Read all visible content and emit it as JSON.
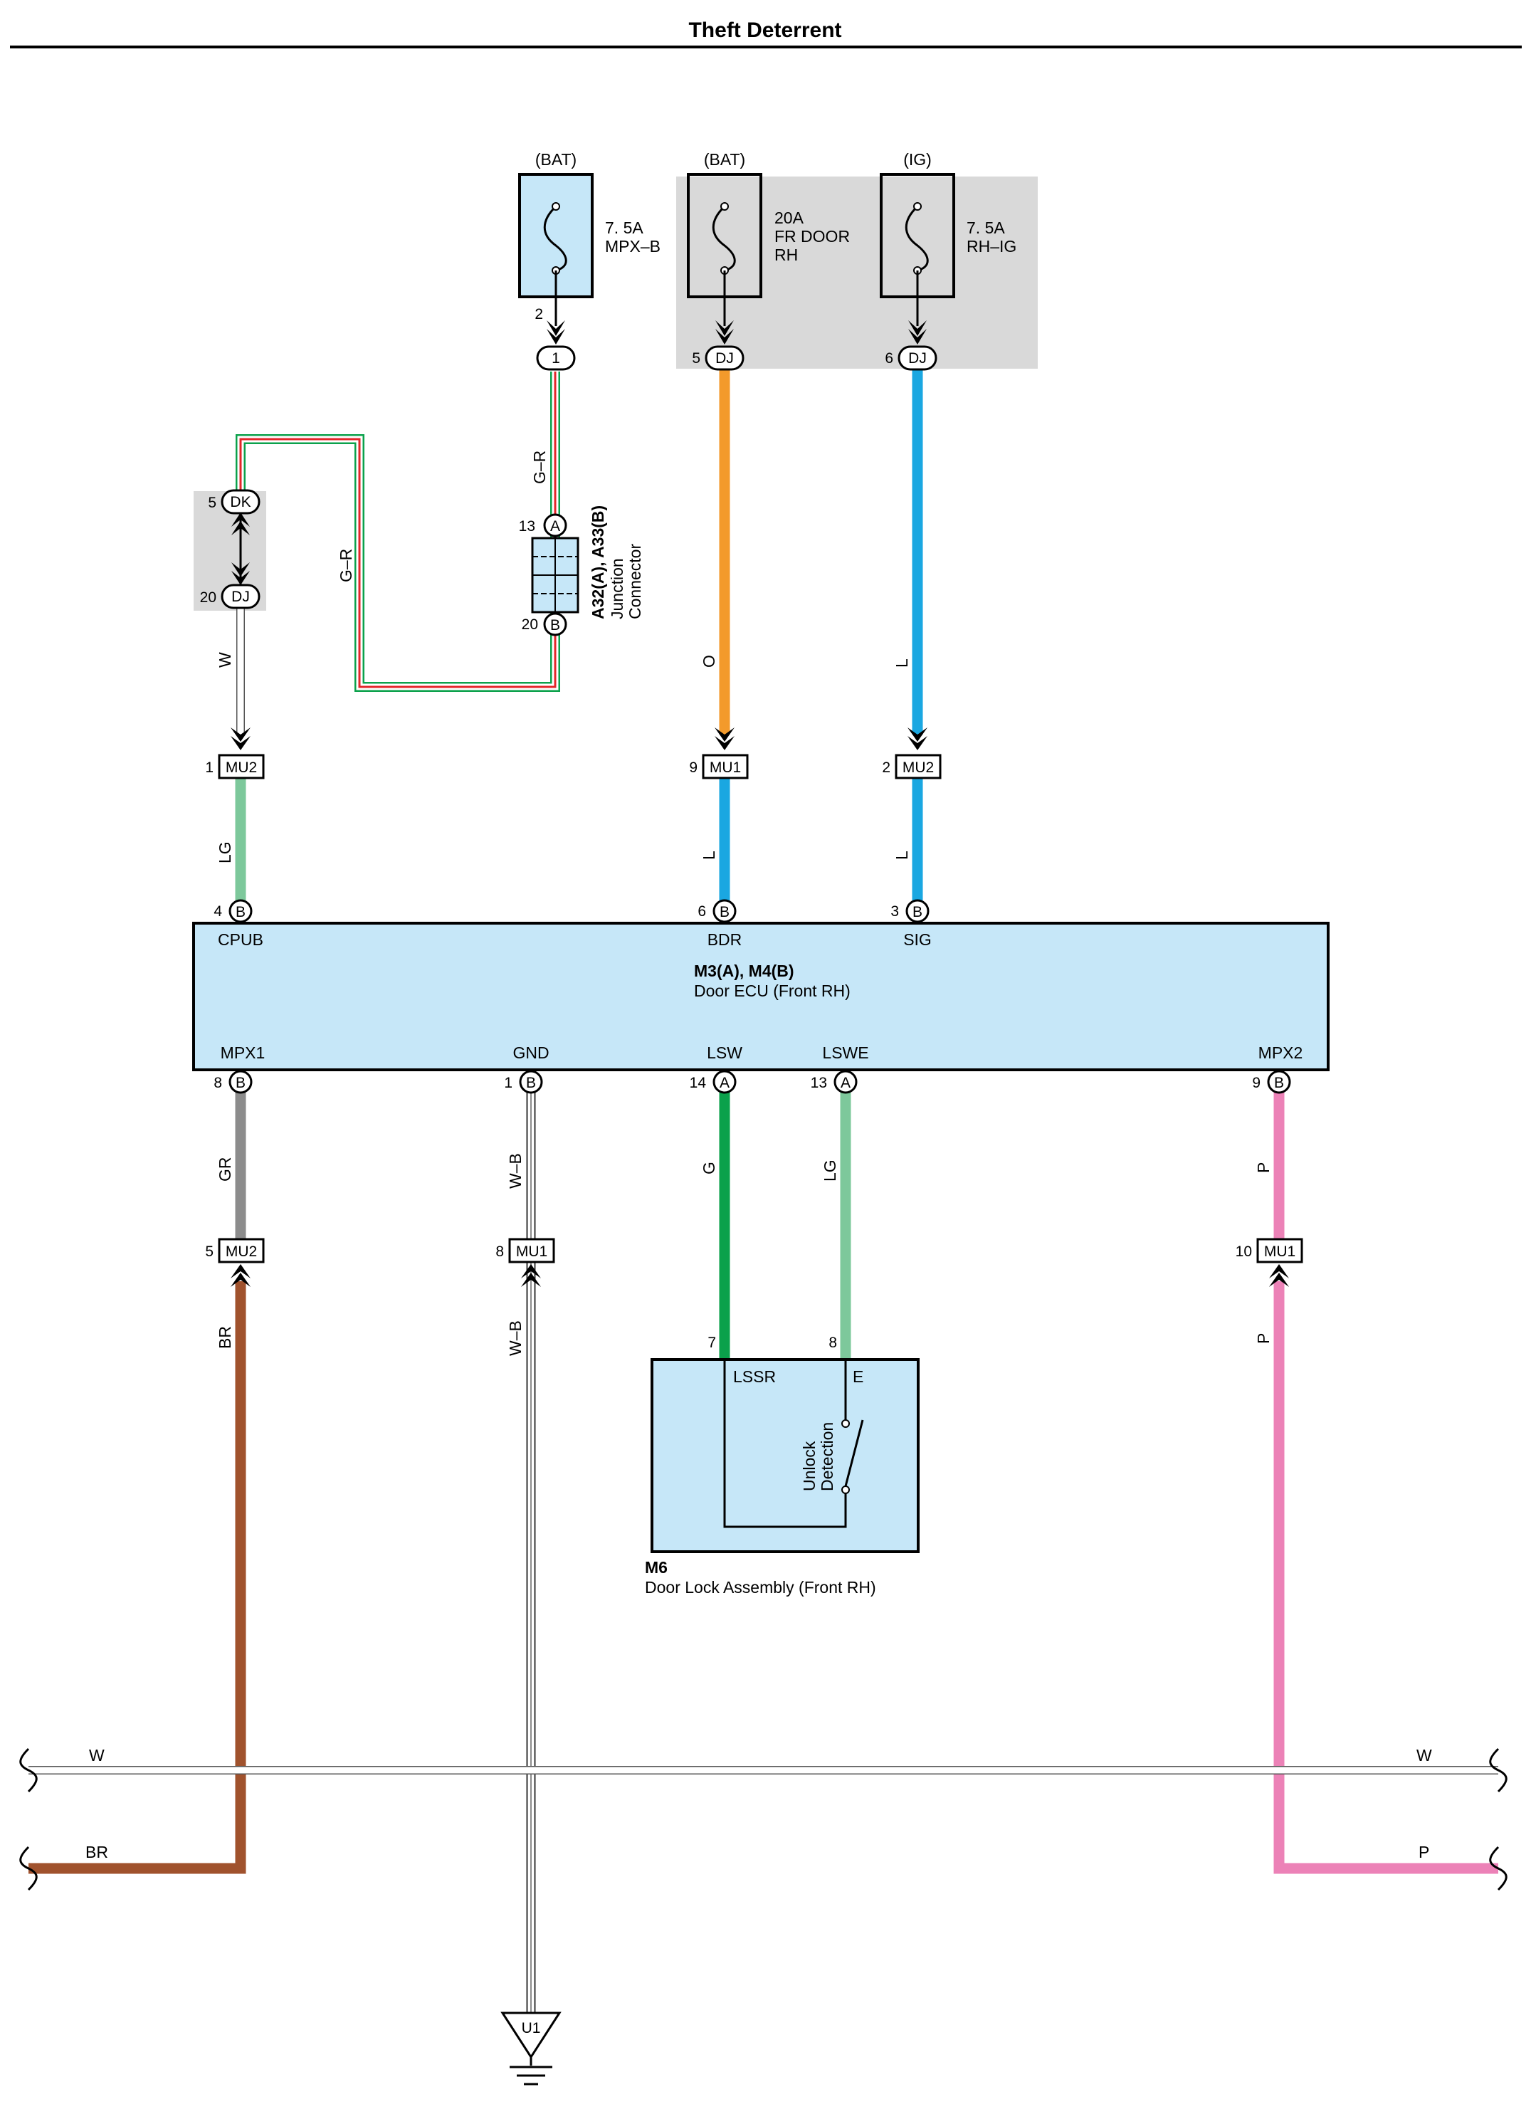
{
  "title": "Theft Deterrent",
  "fuses": [
    {
      "source": "(BAT)",
      "rating": "7. 5A",
      "name_line1": "MPX–B",
      "name_line2": "",
      "pin": "2",
      "connector": "1"
    },
    {
      "source": "(BAT)",
      "rating": "20A",
      "name_line1": "FR DOOR",
      "name_line2": "RH",
      "pin": "5",
      "connector": "DJ"
    },
    {
      "source": "(IG)",
      "rating": "7. 5A",
      "name_line1": "RH–IG",
      "name_line2": "",
      "pin": "6",
      "connector": "DJ"
    }
  ],
  "junction_connector": {
    "id": "A32(A), A33(B)",
    "line1": "Junction",
    "line2": "Connector",
    "pin_top": "13",
    "pin_top_conn": "A",
    "pin_bottom": "20",
    "pin_bottom_conn": "B"
  },
  "dk_dj": {
    "pin_top": "5",
    "conn_top": "DK",
    "pin_bottom": "20",
    "conn_bottom": "DJ"
  },
  "wire_colors": {
    "g_r_1": "G–R",
    "g_r_2": "G–R",
    "w": "W",
    "o": "O",
    "l_1": "L",
    "l_2": "L",
    "l_3": "L",
    "lg_1": "LG",
    "gr": "GR",
    "wb_1": "W–B",
    "g": "G",
    "lg_2": "LG",
    "p_1": "P",
    "br": "BR",
    "wb_2": "W–B",
    "p_2": "P"
  },
  "inline_connectors_top": [
    {
      "pin": "1",
      "name": "MU2"
    },
    {
      "pin": "9",
      "name": "MU1"
    },
    {
      "pin": "2",
      "name": "MU2"
    }
  ],
  "inline_connectors_bottom": [
    {
      "pin": "5",
      "name": "MU2"
    },
    {
      "pin": "8",
      "name": "MU1"
    },
    {
      "pin": "10",
      "name": "MU1"
    }
  ],
  "ecu": {
    "id": "M3(A), M4(B)",
    "name": "Door ECU (Front RH)",
    "top_pins": [
      {
        "num": "4",
        "conn": "B",
        "label": "CPUB"
      },
      {
        "num": "6",
        "conn": "B",
        "label": "BDR"
      },
      {
        "num": "3",
        "conn": "B",
        "label": "SIG"
      }
    ],
    "bottom_pins": [
      {
        "num": "8",
        "conn": "B",
        "label": "MPX1"
      },
      {
        "num": "1",
        "conn": "B",
        "label": "GND"
      },
      {
        "num": "14",
        "conn": "A",
        "label": "LSW"
      },
      {
        "num": "13",
        "conn": "A",
        "label": "LSWE"
      },
      {
        "num": "9",
        "conn": "B",
        "label": "MPX2"
      }
    ]
  },
  "door_lock": {
    "id": "M6",
    "name": "Door Lock Assembly (Front RH)",
    "pin_left": "7",
    "pin_left_label": "LSSR",
    "pin_right": "8",
    "pin_right_label": "E",
    "switch_line1": "Unlock",
    "switch_line2": "Detection"
  },
  "bus": {
    "w_left": "W",
    "w_right": "W",
    "br_left": "BR",
    "p_right": "P"
  },
  "ground": {
    "label": "U1"
  },
  "colors": {
    "orange": "#F39A2B",
    "blue": "#1AA7E1",
    "light_green": "#7DC89B",
    "green": "#0BA14B",
    "gray": "#8C8C8C",
    "pink": "#EC82B7",
    "brown": "#A0522D",
    "red": "#E3262A",
    "box_fill": "#C6E7F8",
    "shade": "#D9D9D9"
  }
}
